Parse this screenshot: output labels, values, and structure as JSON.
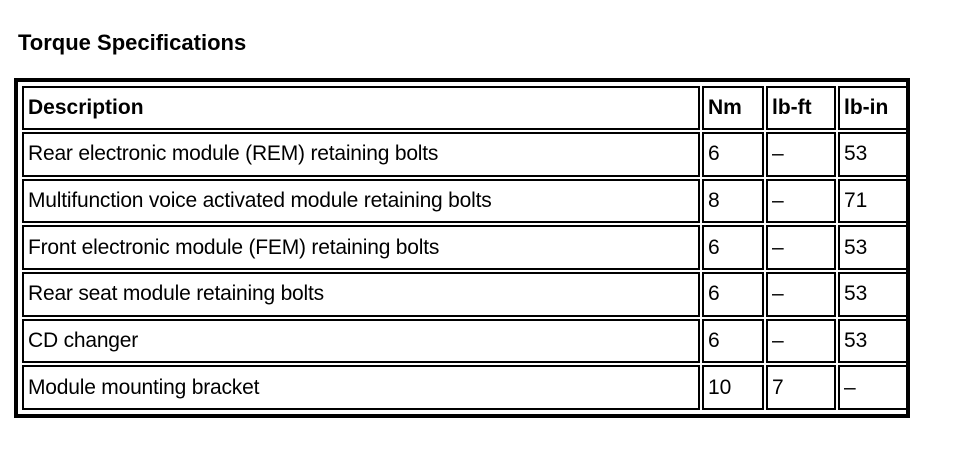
{
  "document": {
    "title": "Torque Specifications"
  },
  "table": {
    "columns": [
      {
        "key": "description",
        "label": "Description"
      },
      {
        "key": "nm",
        "label": "Nm"
      },
      {
        "key": "lb_ft",
        "label": "lb-ft"
      },
      {
        "key": "lb_in",
        "label": "lb-in"
      }
    ],
    "rows": [
      {
        "description": "Rear electronic module (REM) retaining bolts",
        "nm": "6",
        "lb_ft": "–",
        "lb_in": "53"
      },
      {
        "description": "Multifunction voice activated module retaining bolts",
        "nm": "8",
        "lb_ft": "–",
        "lb_in": "71"
      },
      {
        "description": "Front electronic module (FEM) retaining bolts",
        "nm": "6",
        "lb_ft": "–",
        "lb_in": "53"
      },
      {
        "description": "Rear seat module retaining bolts",
        "nm": "6",
        "lb_ft": "–",
        "lb_in": "53"
      },
      {
        "description": "CD changer",
        "nm": "6",
        "lb_ft": "–",
        "lb_in": "53"
      },
      {
        "description": "Module mounting bracket",
        "nm": "10",
        "lb_ft": "7",
        "lb_in": "–"
      }
    ]
  },
  "colors": {
    "background": "#ffffff",
    "text": "#000000",
    "border": "#000000"
  }
}
